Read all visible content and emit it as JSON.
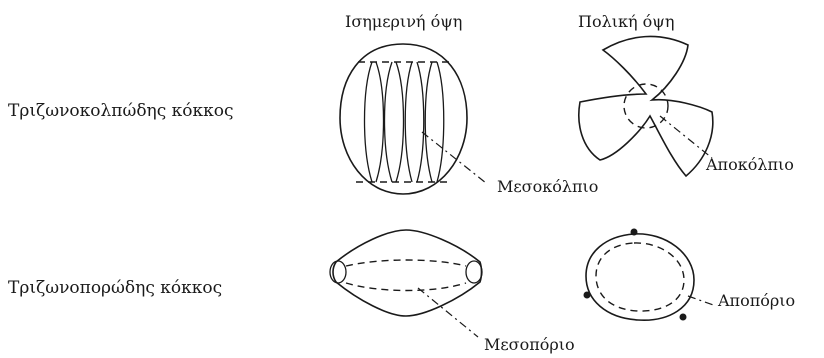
{
  "headers": {
    "equatorial": "Ισημερινή όψη",
    "polar": "Πολική όψη"
  },
  "rows": {
    "tricolpate": "Τριζωνοκολπώδης κόκκος",
    "triporate": "Τριζωνοπορώδης κόκκος"
  },
  "callouts": {
    "mesocolpium": "Μεσοκόλπιο",
    "apocolpium": "Αποκόλπιο",
    "mesoporium": "Μεσοπόριο",
    "apoporium": "Αποπόριο"
  }
}
